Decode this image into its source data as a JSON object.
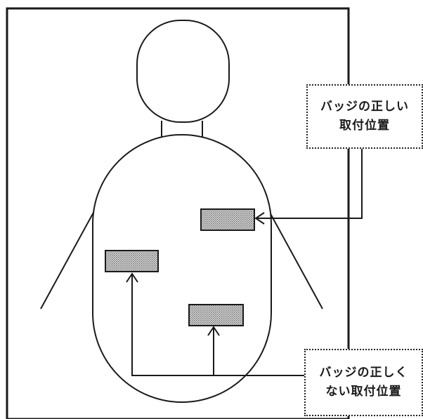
{
  "callouts": {
    "correct": {
      "line1": "バッジの正しい",
      "line2": "取付位置"
    },
    "incorrect": {
      "line1": "バッジの正しく",
      "line2": "ない取付位置"
    }
  },
  "colors": {
    "line": "#1a1a1a",
    "background": "#ffffff",
    "badge_fill": "#c8c8c8"
  }
}
